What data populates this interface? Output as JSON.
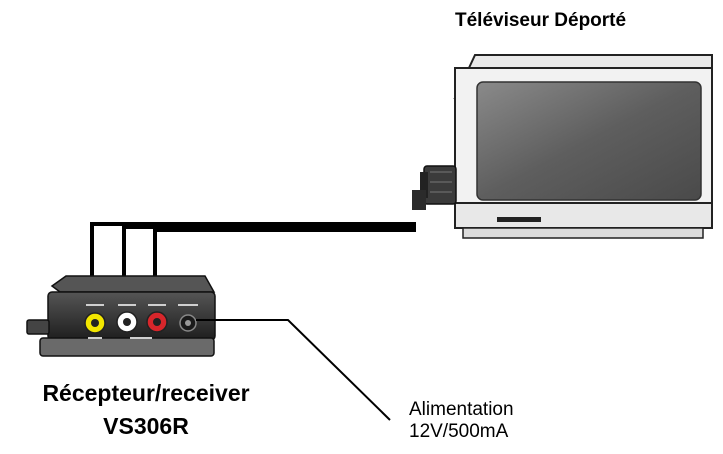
{
  "tv": {
    "label": "Téléviseur Déporté"
  },
  "receiver": {
    "label_line1": "Récepteur/receiver",
    "label_line2": "VS306R"
  },
  "power_supply": {
    "label_line1": "Alimentation",
    "label_line2": "12V/500mA"
  },
  "colors": {
    "cable": "#000000",
    "jack_yellow": "#f2e600",
    "jack_white": "#ffffff",
    "jack_red": "#d8262b",
    "tv_body": "#f1f1f1",
    "tv_screen": "#6a6a6a",
    "receiver_body": "#2f2f2f"
  }
}
